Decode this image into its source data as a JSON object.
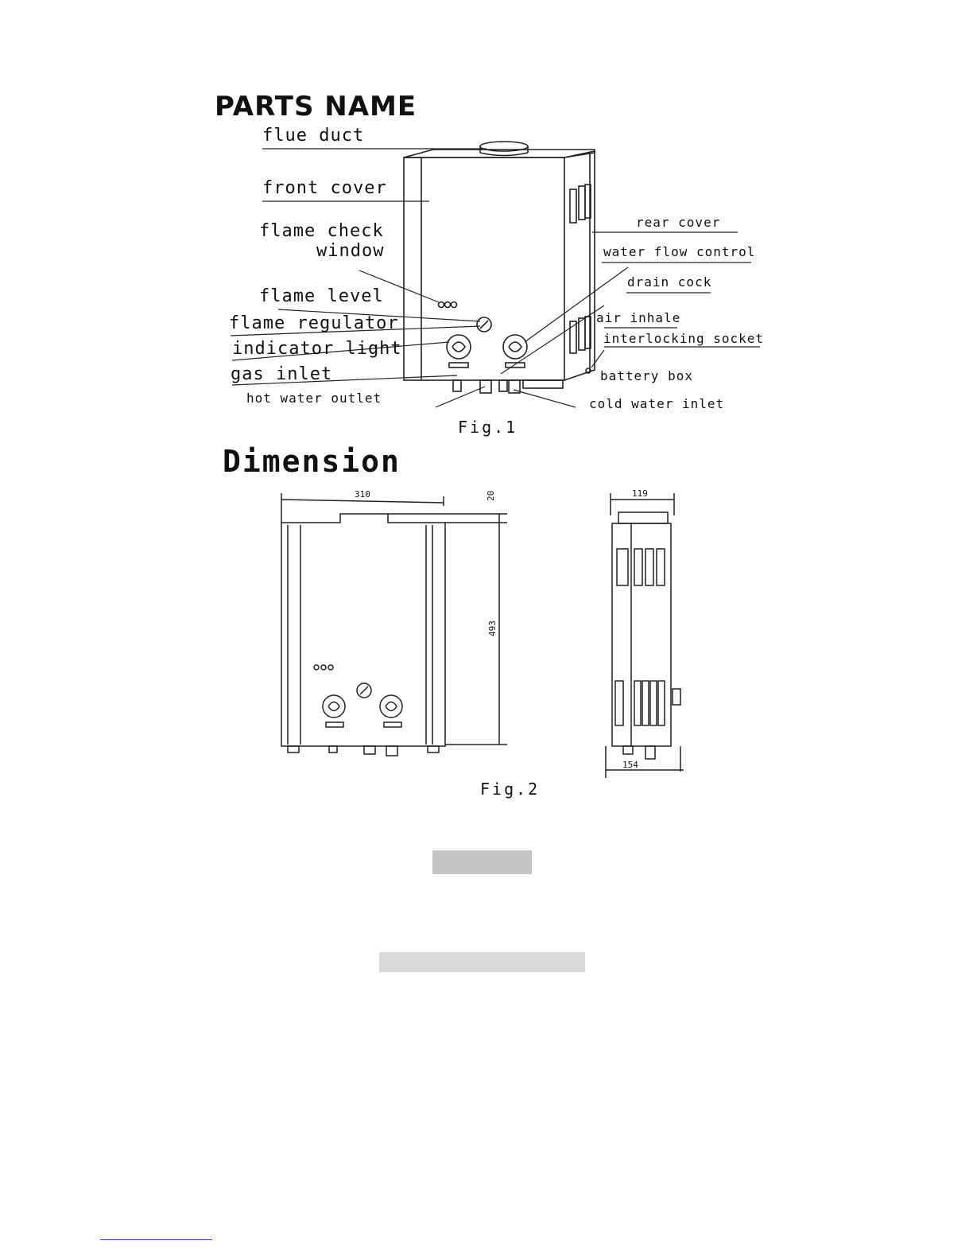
{
  "parts": {
    "heading": "PARTS NAME",
    "labels": {
      "flue_duct": "flue duct",
      "front_cover": "front cover",
      "flame_check_1": "flame check",
      "flame_check_2": "window",
      "flame_level": "flame level",
      "flame_regulator": "flame regulator",
      "indicator_light": "indicator light",
      "gas_inlet": "gas inlet",
      "hot_water_outlet": "hot water outlet",
      "rear_cover": "rear cover",
      "water_flow_control": "water flow control",
      "drain_cock": "drain cock",
      "air_inhale": "air inhale",
      "interlocking_socket": "interlocking socket",
      "battery_box": "battery box",
      "cold_water_inlet": "cold water inlet"
    },
    "caption": "Fig.1"
  },
  "dimension": {
    "heading": "Dimension",
    "width": "310",
    "top_gap": "20",
    "height": "493",
    "depth": "119",
    "bottom": "154",
    "caption": "Fig.2"
  },
  "colors": {
    "box_1": "#c4c4c4",
    "box_2": "#d9d9d9",
    "footer_line": "#2a4fd8"
  }
}
